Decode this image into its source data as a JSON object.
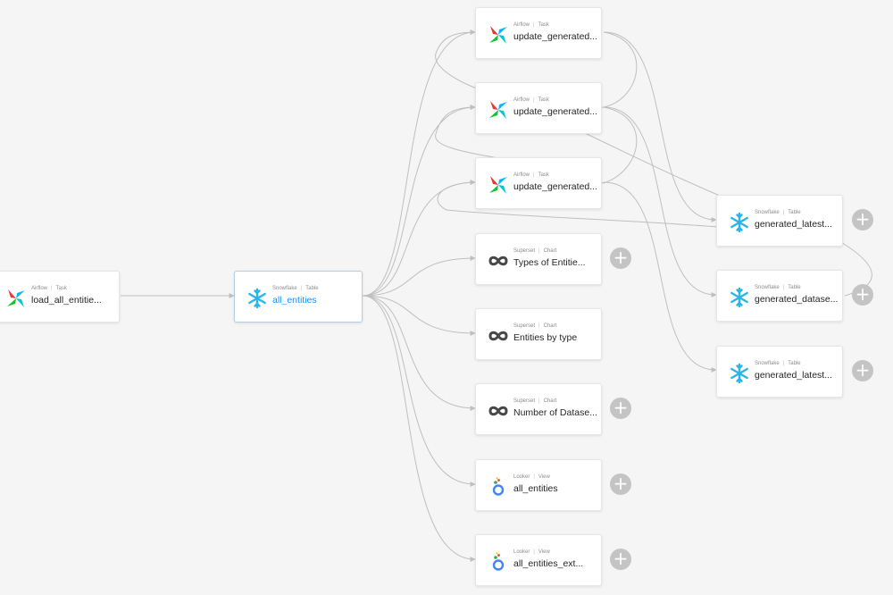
{
  "nodes": {
    "load_task": {
      "platform": "Airflow",
      "type": "Task",
      "name": "load_all_entitie..."
    },
    "all_entities_table": {
      "platform": "Snowflake",
      "type": "Table",
      "name": "all_entities"
    },
    "update_task_1": {
      "platform": "Airflow",
      "type": "Task",
      "name": "update_generated..."
    },
    "update_task_2": {
      "platform": "Airflow",
      "type": "Task",
      "name": "update_generated..."
    },
    "update_task_3": {
      "platform": "Airflow",
      "type": "Task",
      "name": "update_generated..."
    },
    "chart_types_of_entities": {
      "platform": "Superset",
      "type": "Chart",
      "name": "Types of Entitie..."
    },
    "chart_entities_by_type": {
      "platform": "Superset",
      "type": "Chart",
      "name": "Entities by type"
    },
    "chart_number_of_datasets": {
      "platform": "Superset",
      "type": "Chart",
      "name": "Number of Datase..."
    },
    "looker_all_entities": {
      "platform": "Looker",
      "type": "View",
      "name": "all_entities"
    },
    "looker_all_entities_ext": {
      "platform": "Looker",
      "type": "View",
      "name": "all_entities_ext..."
    },
    "table_generated_latest_1": {
      "platform": "Snowflake",
      "type": "Table",
      "name": "generated_latest..."
    },
    "table_generated_datasets": {
      "platform": "Snowflake",
      "type": "Table",
      "name": "generated_datase..."
    },
    "table_generated_latest_2": {
      "platform": "Snowflake",
      "type": "Table",
      "name": "generated_latest..."
    }
  },
  "expand_button_symbol": "+",
  "icons": {
    "airflow": "airflow-pinwheel-icon",
    "snowflake": "snowflake-icon",
    "superset": "superset-infinity-icon",
    "looker": "looker-icon"
  },
  "colors": {
    "background": "#f5f5f5",
    "edge": "#bfbfbf",
    "selected_text": "#1890ff",
    "snowflake": "#29b5e8",
    "expand_button": "#c4c4c4"
  }
}
